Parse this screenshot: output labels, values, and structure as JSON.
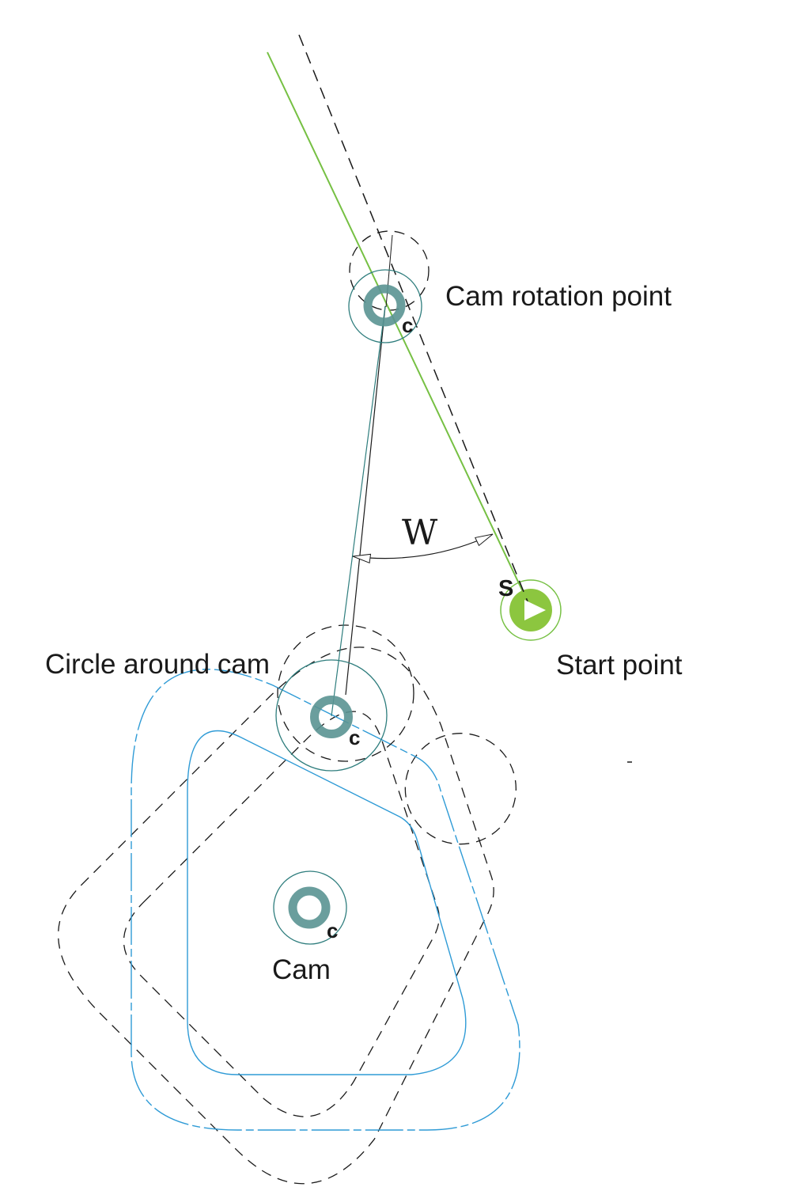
{
  "labels": {
    "cam_rotation_point": "Cam rotation point",
    "start_point": "Start point",
    "circle_around_cam": "Circle around cam",
    "cam": "Cam",
    "angle": "W",
    "start_letter": "S",
    "center_subscript": "c"
  },
  "colors": {
    "teal_marker": "#5a9392",
    "teal_line": "#2e7d7d",
    "green_line": "#76c043",
    "green_fill": "#8cc63f",
    "blue_profile": "#2f9bd6"
  }
}
